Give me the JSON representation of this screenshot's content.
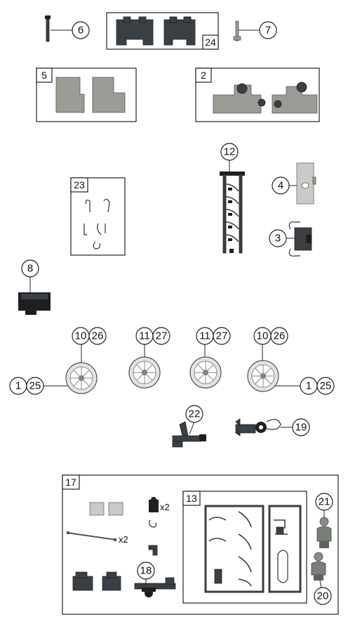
{
  "callouts": {
    "c6": "6",
    "c7": "7",
    "c24": "24",
    "c5": "5",
    "c2": "2",
    "c12": "12",
    "c23": "23",
    "c4": "4",
    "c3": "3",
    "c8": "8",
    "c10a": "10",
    "c26a": "26",
    "c11a": "11",
    "c27a": "27",
    "c11b": "11",
    "c27b": "27",
    "c10b": "10",
    "c26b": "26",
    "c1a": "1",
    "c25a": "25",
    "c1b": "1",
    "c25b": "25",
    "c22": "22",
    "c19": "19",
    "c17": "17",
    "c13": "13",
    "c21": "21",
    "c20": "20",
    "c18": "18"
  },
  "quantities": {
    "q1": "x2",
    "q2": "x2"
  },
  "colors": {
    "line": "#222222",
    "part_dark": "#3a3f44",
    "part_grey": "#9a9c96",
    "background": "#ffffff"
  }
}
